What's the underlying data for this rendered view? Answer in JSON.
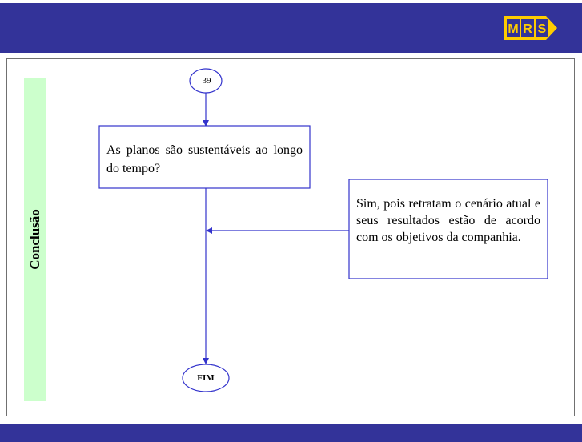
{
  "header": {
    "logo_text": "MRS",
    "bar_color": "#333399",
    "logo_color": "#ffcc00"
  },
  "section": {
    "label": "Conclusão",
    "tab_color": "#ccffcc"
  },
  "flowchart": {
    "start_connector": "39",
    "question": "As planos são sustentáveis ao longo do tempo?",
    "answer": "Sim, pois retratam o cenário atual e seus resultados estão de acordo com os objetivos da companhia.",
    "end": "FIM",
    "line_color": "#3333cc"
  }
}
